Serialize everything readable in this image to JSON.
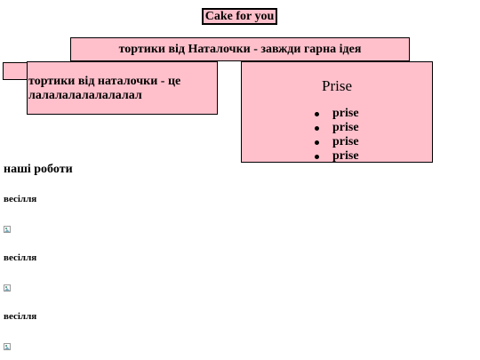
{
  "header": {
    "title": "Cake for you",
    "slogan": "тортики від Наталочки - завжди гарна ідея"
  },
  "about": {
    "text": "тортики від наталочки - це лалалалалалалалал"
  },
  "price": {
    "title": "Prise",
    "items": [
      "prise",
      "prise",
      "prise",
      "prise"
    ]
  },
  "works": {
    "heading": "наші роботи",
    "categories": [
      "весілля",
      "весілля",
      "весілля"
    ],
    "image_icon": "broken-image-icon"
  }
}
